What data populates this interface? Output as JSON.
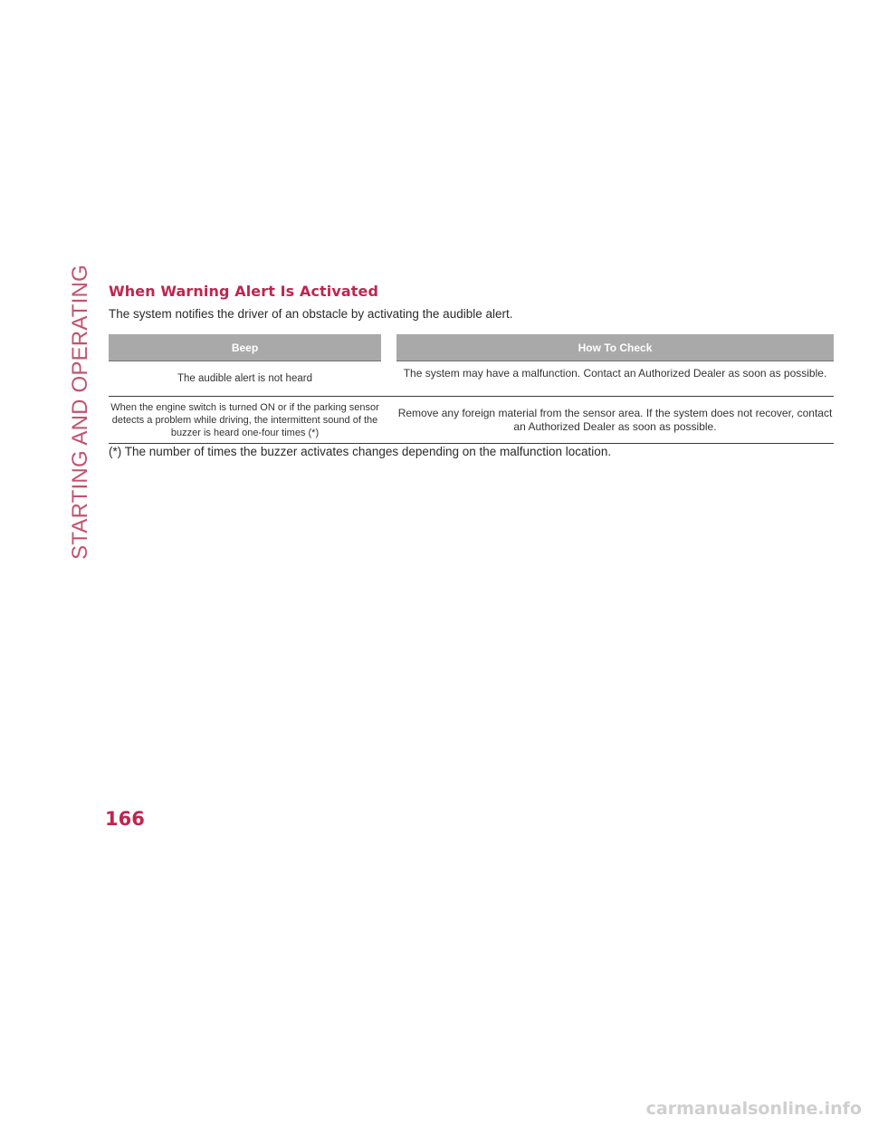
{
  "side_tab": {
    "label": "STARTING AND OPERATING"
  },
  "section": {
    "heading": "When Warning Alert Is Activated",
    "intro": "The system notifies the driver of an obstacle by activating the audible alert."
  },
  "table": {
    "headers": [
      "Beep",
      "How To Check"
    ],
    "rows": [
      {
        "beep": "The audible alert is not heard",
        "how_to_check": "The system may have a malfunction. Contact an Authorized Dealer as soon as possible."
      },
      {
        "beep": "When the engine switch is turned ON or if the parking sensor detects a problem while driving, the intermittent sound of the buzzer is heard one-four times (*)",
        "how_to_check": "Remove any foreign material from the sensor area. If the system does not recover, contact an Authorized Dealer as soon as possible."
      }
    ]
  },
  "footnote": "(*) The number of times the buzzer activates changes depending on the malfunction location.",
  "page_number": "166",
  "watermark": "carmanualsonline.info",
  "colors": {
    "accent": "#c0254f",
    "header_bg": "#a9a9a9",
    "text": "#2a2a2a"
  }
}
